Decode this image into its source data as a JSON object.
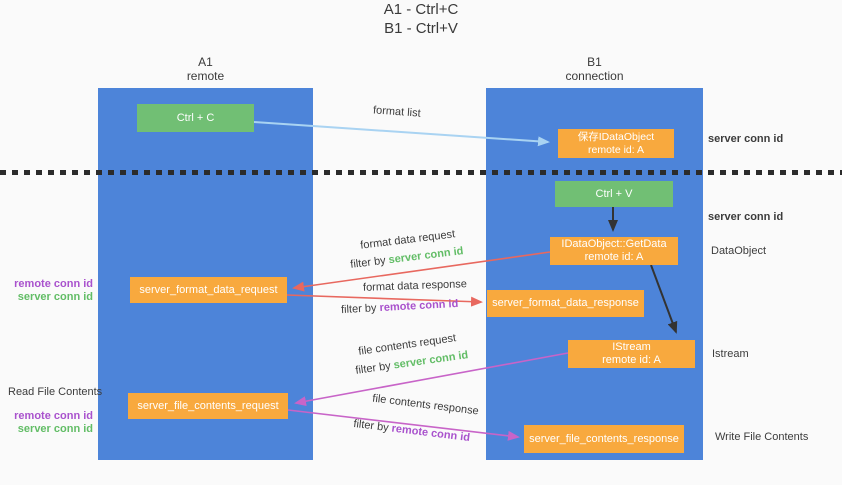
{
  "title": {
    "line1": "A1 - Ctrl+C",
    "line2": "B1 - Ctrl+V"
  },
  "lanes": {
    "a": {
      "name": "A1",
      "subtitle": "remote"
    },
    "b": {
      "name": "B1",
      "subtitle": "connection"
    }
  },
  "nodes": {
    "ctrl_c": {
      "label": "Ctrl + C"
    },
    "save_dataobject": {
      "line1": "保存IDataObject",
      "line2": "remote id: A"
    },
    "ctrl_v": {
      "label": "Ctrl + V"
    },
    "getdata": {
      "line1": "IDataObject::GetData",
      "line2": "remote id: A"
    },
    "format_request": {
      "label": "server_format_data_request"
    },
    "format_response": {
      "label": "server_format_data_response"
    },
    "istream": {
      "line1": "IStream",
      "line2": "remote id: A"
    },
    "file_request": {
      "label": "server_file_contents_request"
    },
    "file_response": {
      "label": "server_file_contents_response"
    }
  },
  "flows": {
    "format_list": {
      "label": "format list"
    },
    "format_data_request": {
      "label": "format data request",
      "filter_prefix": "filter by ",
      "filter_key": "server conn id"
    },
    "format_data_response": {
      "label": "format data response",
      "filter_prefix": "filter by ",
      "filter_key": "remote conn id"
    },
    "file_contents_request": {
      "label": "file contents request",
      "filter_prefix": "filter by ",
      "filter_key": "server conn id"
    },
    "file_contents_response": {
      "label": "file contents response",
      "filter_prefix": "filter by ",
      "filter_key": "remote conn id"
    }
  },
  "side_labels": {
    "server_conn_id_top": "server conn id",
    "server_conn_id_mid": "server conn id",
    "dataobject": "DataObject",
    "istream": "Istream",
    "write_file_contents": "Write File Contents",
    "read_file_contents": "Read File Contents",
    "remote_conn_id": "remote conn id",
    "server_conn_id": "server conn id"
  },
  "colors": {
    "lane_blue": "#4d84d9",
    "node_green": "#71bf74",
    "node_orange": "#f8a93e",
    "server_conn_green": "#62bd66",
    "remote_conn_purple": "#a952cd",
    "arrow_red": "#e8685f",
    "arrow_magenta": "#c864c8",
    "arrow_light_blue": "#a9d3f2",
    "arrow_black": "#333333",
    "text_dark": "#3c3c3c",
    "background": "#fafafa"
  }
}
